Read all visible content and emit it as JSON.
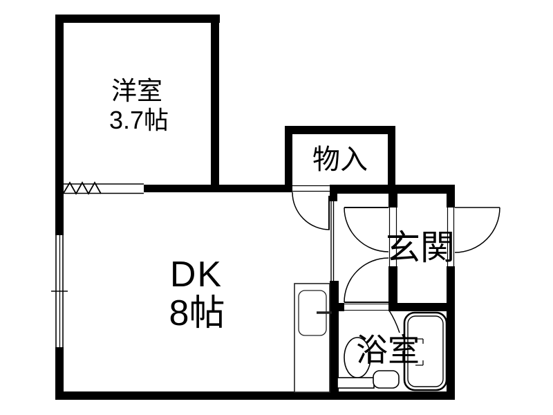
{
  "plan": {
    "background": "#ffffff",
    "wall_color": "#000000",
    "line_color": "#1a1a1a",
    "rooms": {
      "western_room": {
        "label": "洋室",
        "size": "3.7帖"
      },
      "dk": {
        "label": "DK",
        "size": "8帖"
      },
      "closet": {
        "label": "物入"
      },
      "entrance": {
        "label": "玄関"
      },
      "bathroom": {
        "label": "浴室"
      }
    }
  }
}
